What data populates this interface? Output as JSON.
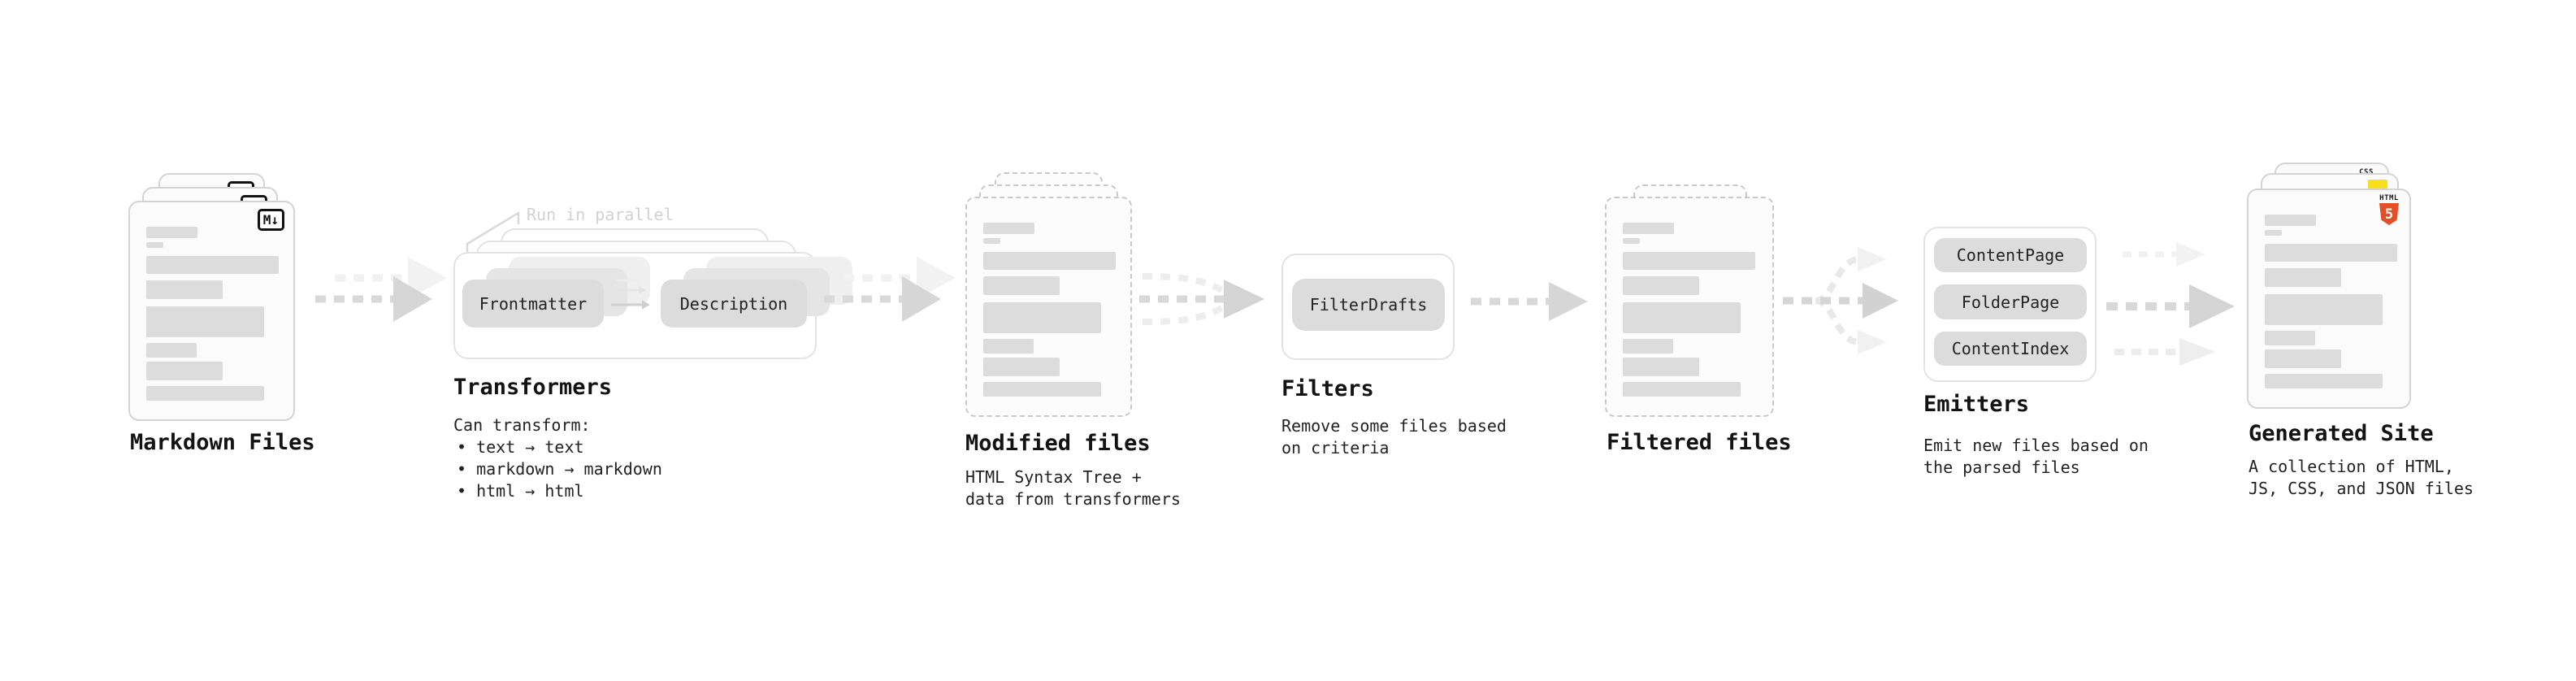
{
  "colors": {
    "html5_orange": "#e34f26",
    "js_yellow": "#f7df1e",
    "css_blue": "#2965f1"
  },
  "pipeline": {
    "markdown_files": {
      "label": "Markdown Files",
      "file_badge": "M↓"
    },
    "transformers": {
      "label": "Transformers",
      "annotation": "Run in parallel",
      "buttons": {
        "frontmatter": "Frontmatter",
        "description": "Description"
      },
      "description_title": "Can transform:",
      "bullets": [
        "• text → text",
        "• markdown → markdown",
        "• html → html"
      ]
    },
    "modified_files": {
      "label": "Modified files",
      "description_lines": [
        "HTML Syntax Tree +",
        "data from transformers"
      ]
    },
    "filters": {
      "label": "Filters",
      "buttons": {
        "filter_drafts": "FilterDrafts"
      },
      "description_lines": [
        "Remove some files based",
        "on criteria"
      ]
    },
    "filtered_files": {
      "label": "Filtered files"
    },
    "emitters": {
      "label": "Emitters",
      "buttons": {
        "content_page": "ContentPage",
        "folder_page": "FolderPage",
        "content_index": "ContentIndex"
      },
      "description_lines": [
        "Emit new files based on",
        "the parsed files"
      ]
    },
    "generated_site": {
      "label": "Generated Site",
      "badges": {
        "css": "CSS",
        "html5_text": "HTML",
        "html5_number": "5"
      },
      "description_lines": [
        "A collection of HTML,",
        "JS, CSS, and JSON files"
      ]
    }
  }
}
